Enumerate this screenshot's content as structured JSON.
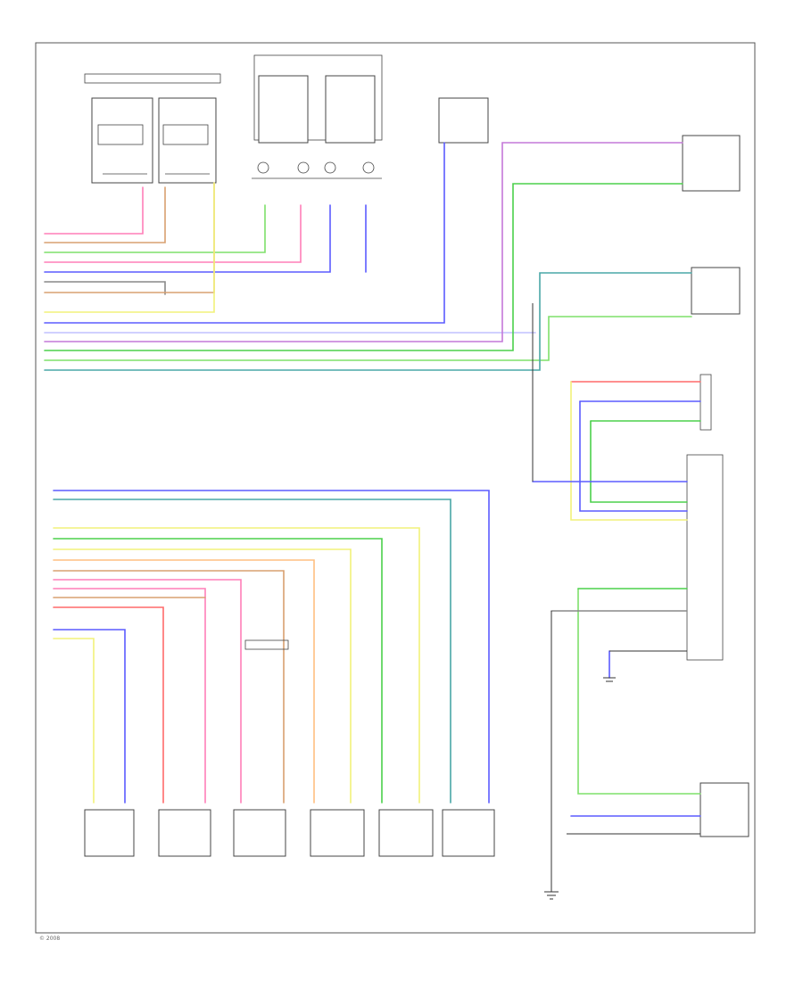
{
  "footer": {
    "copyright": "© 2008"
  },
  "colors": {
    "violet": "#c478d8",
    "blue": "#5b5bff",
    "lightgreen": "#7ee06a",
    "green": "#4bd04b",
    "yellow": "#f2f27a",
    "pink": "#ff7fb8",
    "red": "#ff6a6a",
    "orange": "#ffbf80",
    "tan": "#d8a070",
    "teal": "#49a7a7",
    "gray": "#888888"
  },
  "icons": {
    "ground": "ground-symbol",
    "switch": "switch-symbol",
    "connector": "connector-symbol"
  }
}
